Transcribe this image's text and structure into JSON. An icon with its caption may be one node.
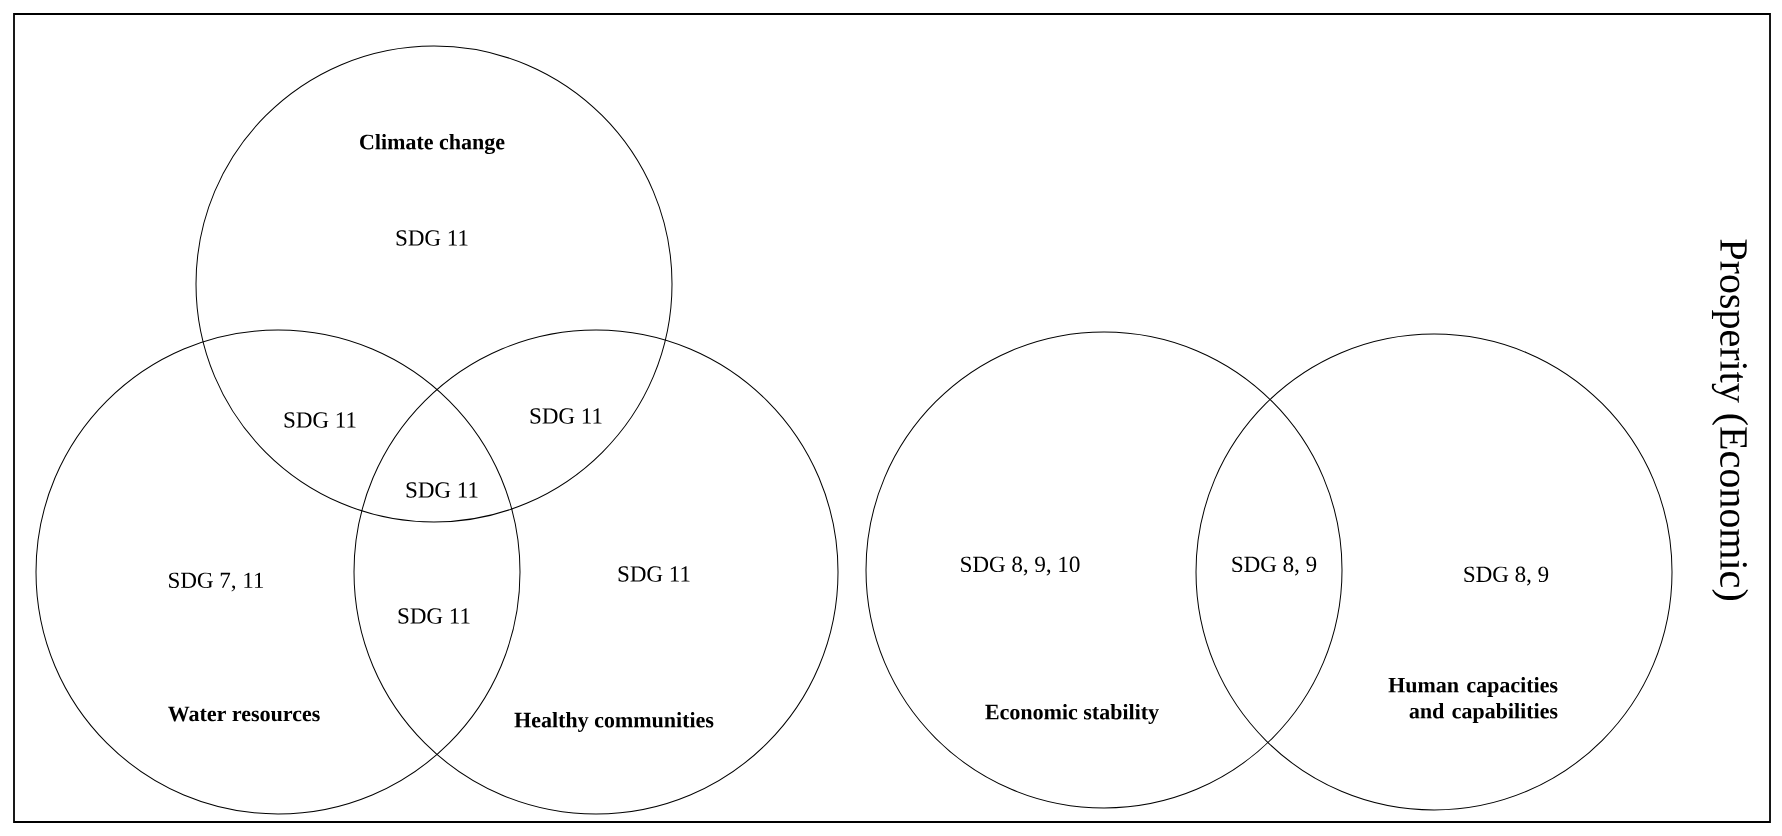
{
  "diagram": {
    "nodes": [
      {
        "text": [
          "Climate change",
          "SDG 11"
        ]
      },
      {
        "text": [
          "SDG 7, 11",
          "Water resources"
        ]
      },
      {
        "text": [
          "SDG 11",
          "Healthy communities"
        ]
      },
      {
        "text": [
          "SDG 8, 9, 10",
          "Economic stability"
        ]
      },
      {
        "text": [
          "SDG 8, 9",
          "Human capacities and capabilities"
        ]
      }
    ],
    "edges": [],
    "labels": [
      "SDG 11",
      "SDG 11",
      "SDG 11",
      "SDG 11",
      "SDG 8, 9",
      "Prosperity (Economic)"
    ]
  }
}
